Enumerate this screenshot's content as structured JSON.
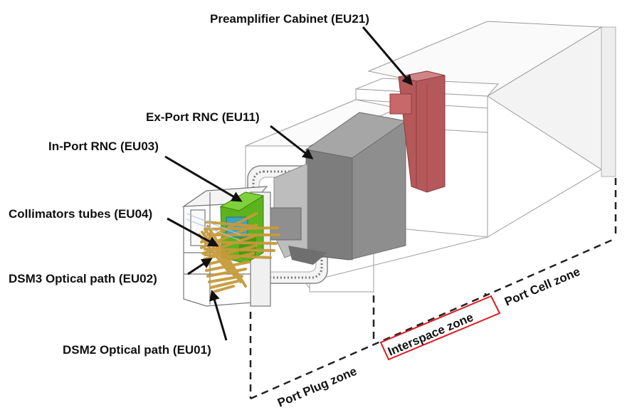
{
  "labels": {
    "preamp": "Preamplifier Cabinet (EU21)",
    "export_rnc": "Ex-Port RNC (EU11)",
    "inport_rnc": "In-Port RNC (EU03)",
    "collimators": "Collimators tubes (EU04)",
    "dsm3": "DSM3 Optical path (EU02)",
    "dsm2": "DSM2 Optical path (EU01)"
  },
  "zones": {
    "port_plug": "Port Plug zone",
    "interspace": "Interspace zone",
    "port_cell": "Port Cell zone"
  },
  "colors": {
    "preamp": "#b5585a",
    "inport_rnc": "#5cb31e",
    "collimator_tubes": "#c79a3a",
    "export_rnc": "#8e8e8e",
    "interspace_box": "#e0191f"
  }
}
